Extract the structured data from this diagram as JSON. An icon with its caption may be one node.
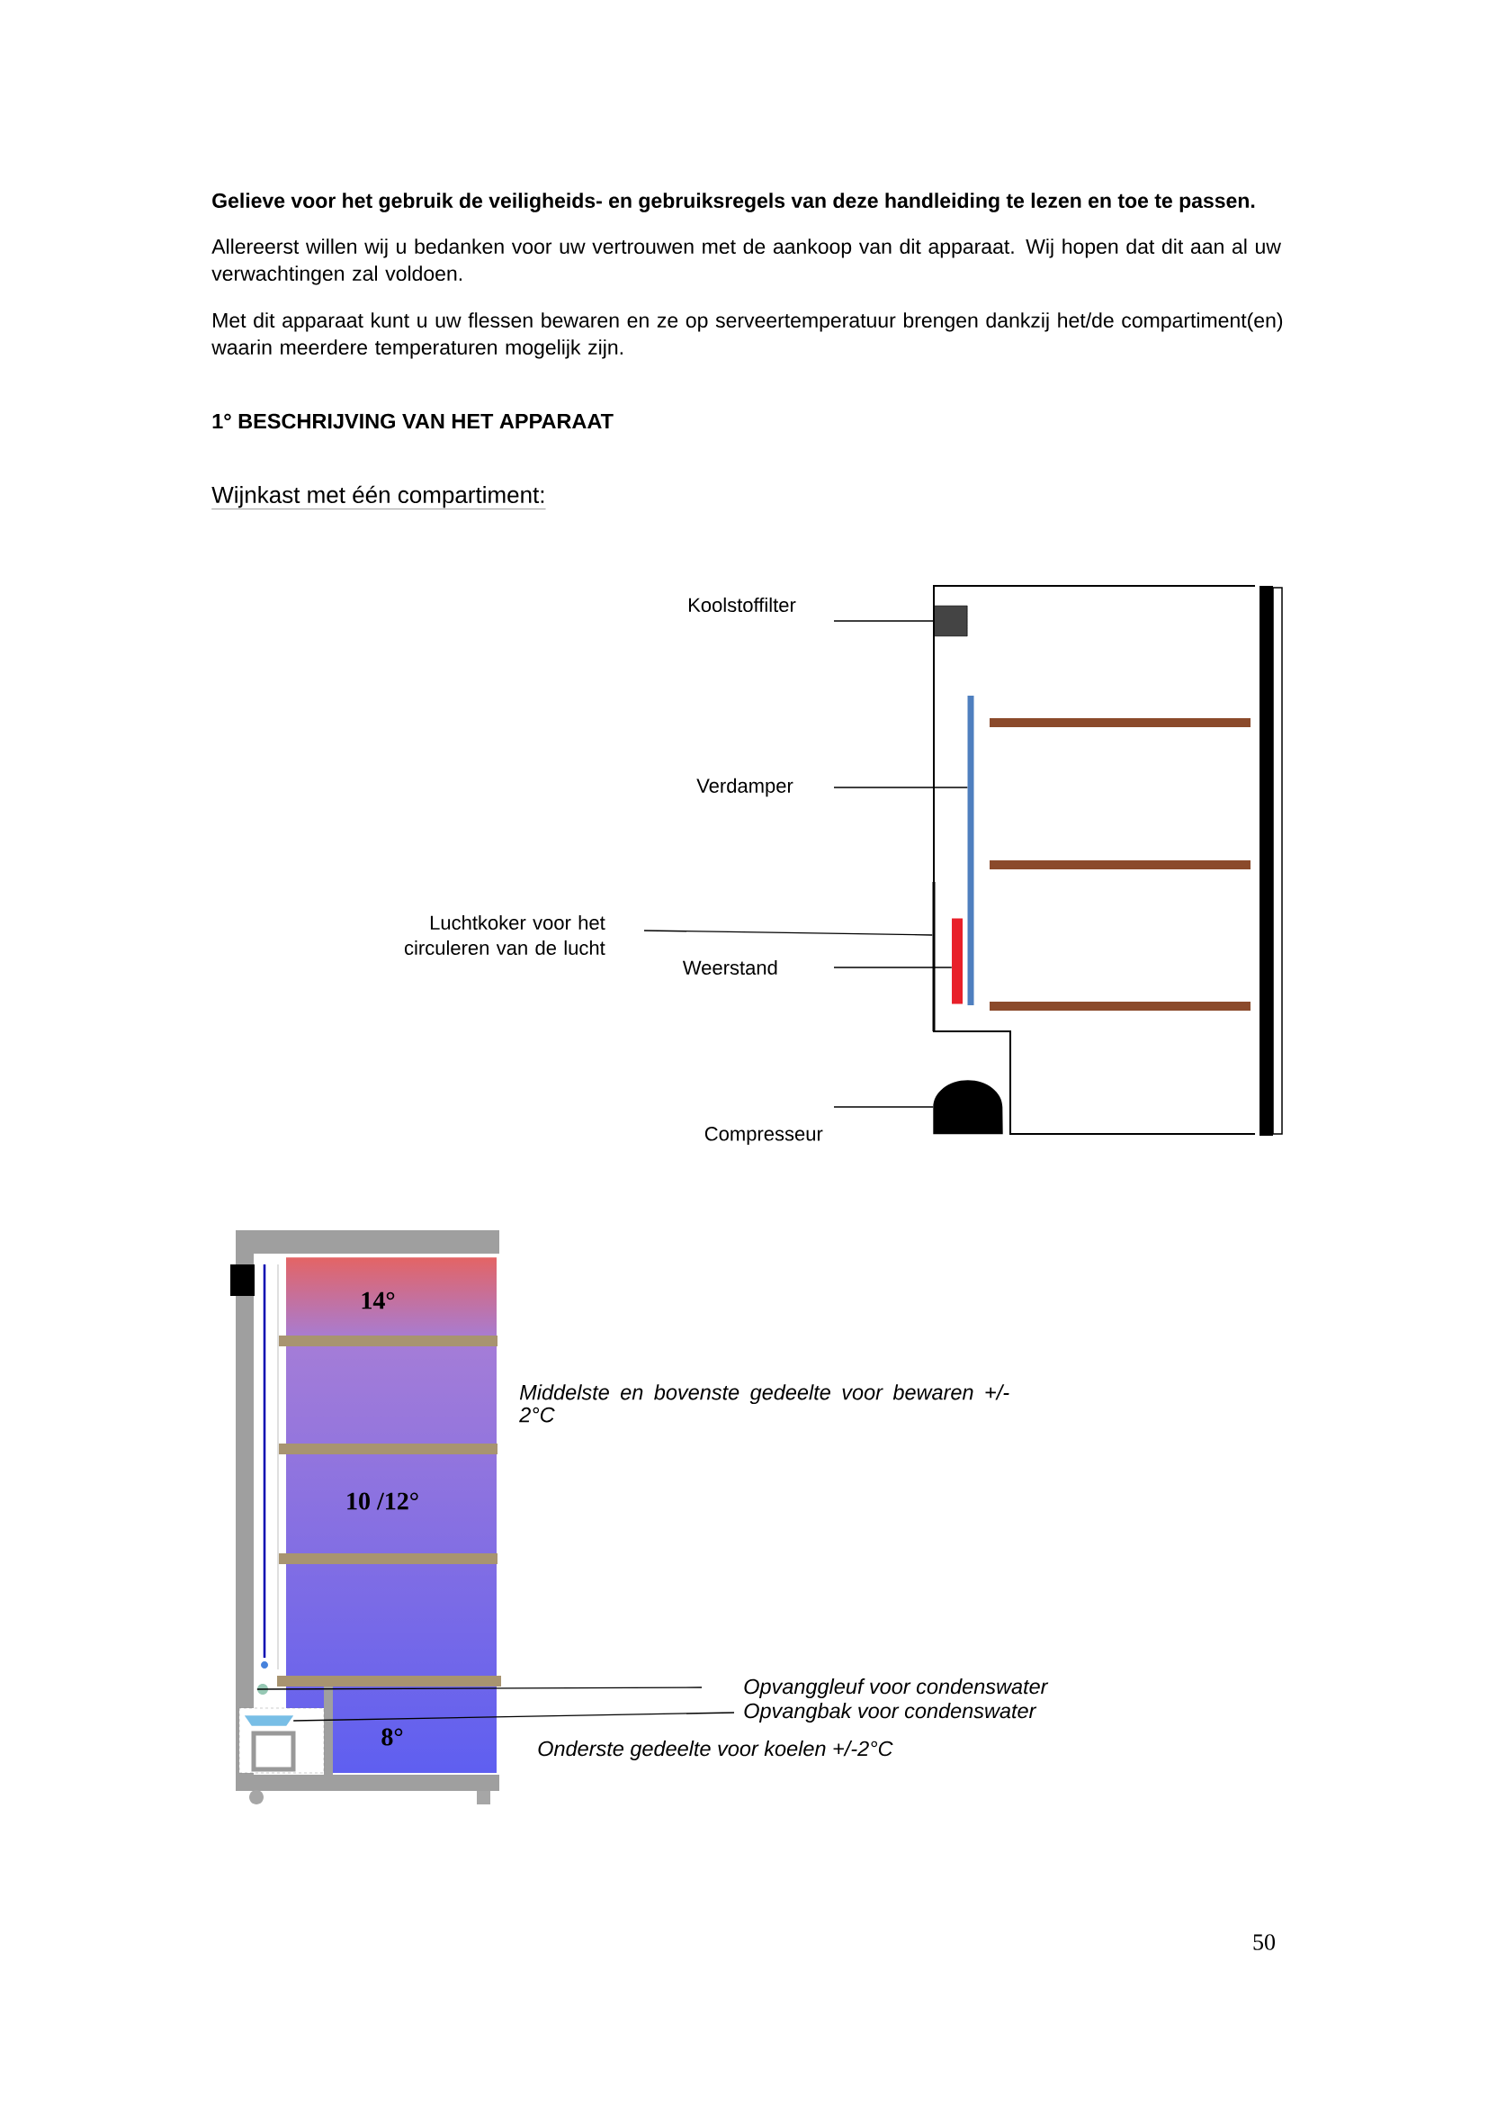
{
  "diagram": {
    "nodes": [
      {
        "text": [
          "Koolstoffilter"
        ]
      },
      {
        "text": [],
        "shape": "cylinder"
      },
      {
        "text": [
          "Verdamper"
        ]
      },
      {
        "text": [],
        "shape": "bar"
      },
      {
        "text": [
          "Luchtkoker voor het circuleren van de lucht"
        ]
      },
      {
        "text": [
          "Weerstand"
        ]
      },
      {
        "text": [],
        "shape": "bar"
      },
      {
        "text": [
          "Compresseur"
        ]
      },
      {
        "text": [],
        "shape": "dome"
      },
      {
        "text": [
          "Opvanggleuf voor condenswater"
        ]
      },
      {
        "text": [
          "Opvangbak voor condenswater"
        ]
      },
      {
        "text": [],
        "shape": "circle"
      },
      {
        "text": [],
        "shape": "bowl"
      },
      {
        "text": [],
        "shape": "bar"
      }
    ],
    "edges": [
      {
        "from": 0,
        "to": 1,
        "arrow": "none"
      },
      {
        "from": 2,
        "to": 3,
        "arrow": "none"
      },
      {
        "from": 4,
        "to": 13,
        "arrow": "none"
      },
      {
        "from": 5,
        "to": 6,
        "arrow": "none"
      },
      {
        "from": 7,
        "to": 8,
        "arrow": "none"
      },
      {
        "from": 9,
        "to": 11,
        "arrow": "none"
      },
      {
        "from": 10,
        "to": 12,
        "arrow": "none"
      }
    ],
    "labels": [
      "Gelieve voor het gebruik de veiligheids- en gebruiksregels van deze handleiding te lezen en toe te passen.",
      "Allereerst willen wij u bedanken voor uw vertrouwen met de aankoop van dit apparaat. Wij hopen dat dit aan al uw verwachtingen zal voldoen.",
      "Met dit apparaat kunt u uw flessen bewaren en ze op serveertemperatuur brengen dankzij het/de compartiment(en) waarin meerdere temperaturen mogelijk zijn.",
      "1° BESCHRIJVING VAN HET APPARAAT",
      "Wijnkast met één compartiment:",
      "14°",
      "Middelste en bovenste gedeelte voor bewaren +/- 2°C",
      "10 /12°",
      "8°",
      "Onderste gedeelte voor koelen +/-2°C",
      "50"
    ]
  }
}
